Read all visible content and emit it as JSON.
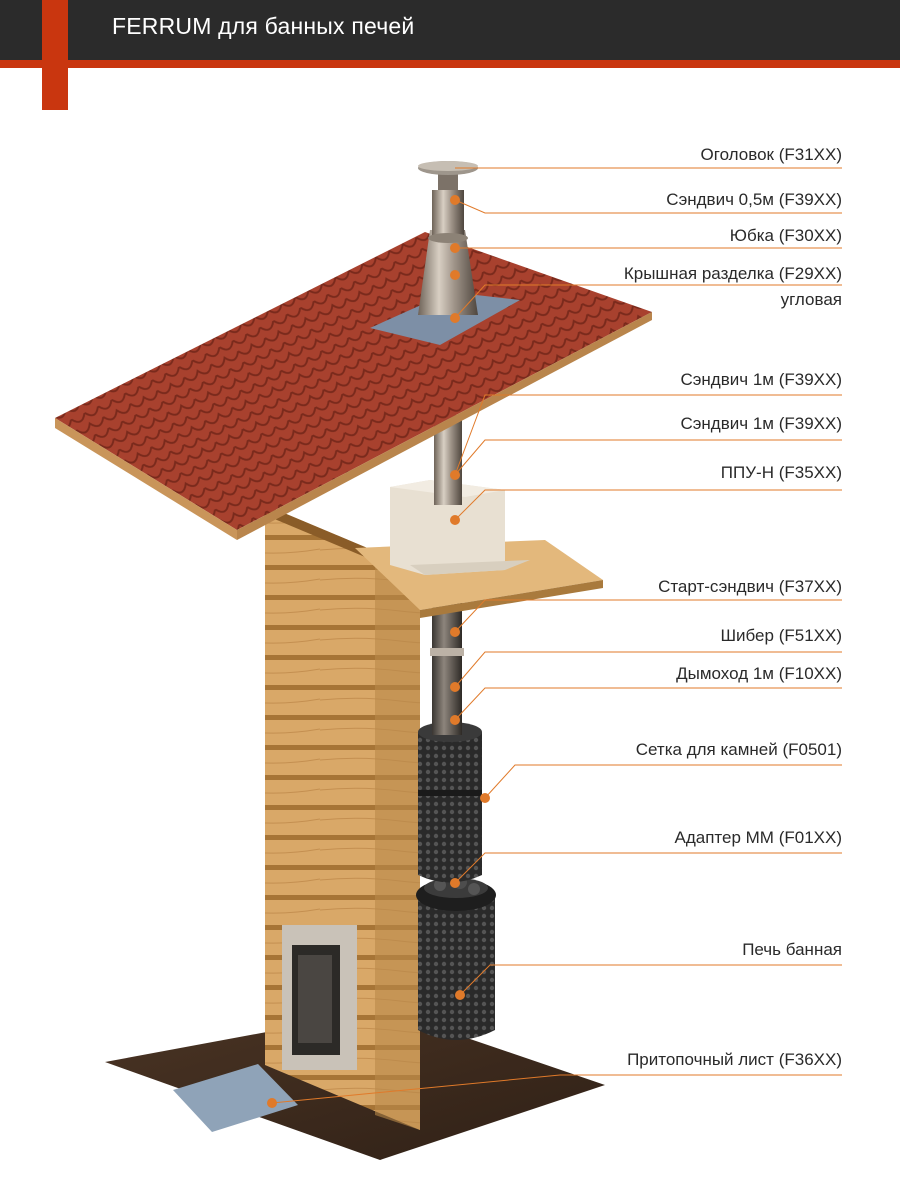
{
  "header": {
    "title": "FERRUM для банных печей",
    "accent_color": "#c9360f",
    "background_color": "#2b2b2b"
  },
  "diagram": {
    "leader_color": "#e07a2a",
    "labels": [
      {
        "id": "ogolovok",
        "text": "Оголовок (F31XX)"
      },
      {
        "id": "sandwich-05",
        "text": "Сэндвич 0,5м (F39XX)"
      },
      {
        "id": "yubka",
        "text": "Юбка (F30XX)"
      },
      {
        "id": "roof-penetration",
        "text": "Крышная разделка (F29XX)",
        "subtext": "угловая"
      },
      {
        "id": "sandwich-1-a",
        "text": "Сэндвич 1м (F39XX)"
      },
      {
        "id": "sandwich-1-b",
        "text": "Сэндвич 1м (F39XX)"
      },
      {
        "id": "ppu-n",
        "text": "ППУ-Н (F35XX)"
      },
      {
        "id": "start-sandwich",
        "text": "Старт-сэндвич (F37XX)"
      },
      {
        "id": "shiber",
        "text": "Шибер (F51XX)"
      },
      {
        "id": "dymohod",
        "text": "Дымоход 1м (F10XX)"
      },
      {
        "id": "setka",
        "text": "Сетка для камней (F0501)"
      },
      {
        "id": "adapter",
        "text": "Адаптер ММ (F01XX)"
      },
      {
        "id": "pech",
        "text": "Печь банная"
      },
      {
        "id": "pritopochny",
        "text": "Притопочный лист (F36XX)"
      }
    ]
  }
}
